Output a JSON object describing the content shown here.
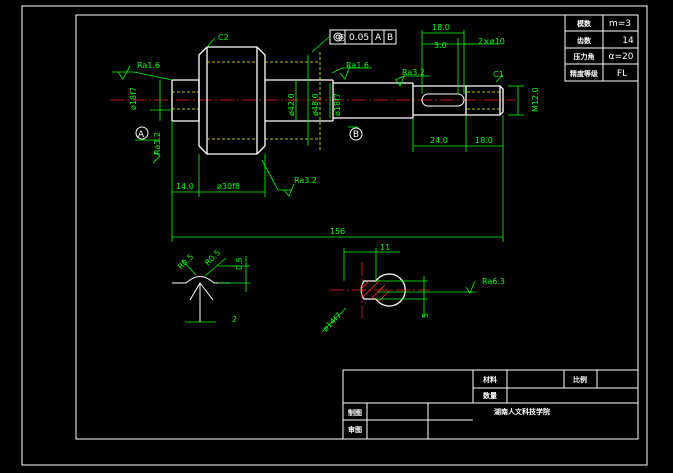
{
  "spec_table": [
    {
      "label": "模数",
      "value": "m=3"
    },
    {
      "label": "齿数",
      "value": "14"
    },
    {
      "label": "压力角",
      "value": "α=20"
    },
    {
      "label": "精度等级",
      "value": "FL"
    }
  ],
  "title_block": {
    "material_label": "材料",
    "ratio_label": "比例",
    "qty_label": "数量",
    "draw_label": "制图",
    "check_label": "审图",
    "school": "湖南人文科技学院"
  },
  "dims": {
    "tol_symbol": "◎",
    "tol_value": "0.05",
    "datum_a": "A",
    "datum_b": "B",
    "c2": "C2",
    "c1": "C1",
    "d18f7_left": "ø18f7",
    "ra32_left": "Ra3.2",
    "ra16_left": "Ra1.6",
    "d42": "ø42.0",
    "d48": "ø48.0",
    "d18f7_right": "ø18f7",
    "ra16_mid": "Ra1.6",
    "ra32_mid": "Ra3.2",
    "l18_top": "18.0",
    "l30": "3.0",
    "l2x10": "2×ø10",
    "m12": "M12.0",
    "l24": "24.0",
    "l18_bot": "18.0",
    "l14": "14.0",
    "d30f8": "ø30f8",
    "ra32_bot": "Ra3.2",
    "l156": "156",
    "r05a": "R0.5",
    "r05b": "R0.5",
    "d05": "0.5",
    "d2": "2",
    "l11": "11",
    "ra63": "Ra6.3",
    "d5": "5",
    "d14": "ø14f7",
    "label_a": "A",
    "label_b": "B"
  }
}
